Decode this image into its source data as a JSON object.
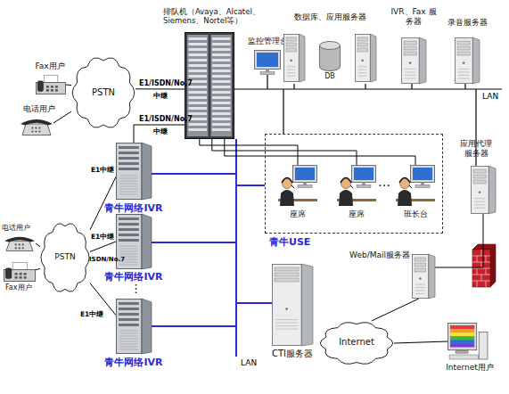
{
  "diagram": {
    "nodes": [
      {
        "text": [
          "Fax用户"
        ]
      },
      {
        "text": [
          "电话用户"
        ]
      },
      {
        "text": [
          "PSTN"
        ]
      },
      {
        "text": [
          "排队机（Avaya、Alcatel、Siemens、Nortel等）"
        ]
      },
      {
        "text": [
          "监控管理台"
        ]
      },
      {
        "text": [
          "数据库、应用服务器"
        ]
      },
      {
        "text": [
          "DB"
        ],
        "in": 5
      },
      {
        "text": [
          "IVR、Fax 服务器"
        ]
      },
      {
        "text": [
          "录音服务器"
        ]
      },
      {
        "text": [
          "青牛USE"
        ]
      },
      {
        "text": [
          "座席"
        ],
        "in": 9
      },
      {
        "text": [
          "座席"
        ],
        "in": 9
      },
      {
        "text": [
          "班长台"
        ],
        "in": 9
      },
      {
        "text": [
          "应用代理服务器"
        ]
      },
      {
        "text": [
          "电话用户"
        ]
      },
      {
        "text": [
          "Fax用户"
        ]
      },
      {
        "text": [
          "PSTN"
        ]
      },
      {
        "text": [
          "青牛网络IVR"
        ]
      },
      {
        "text": [
          "青牛网络IVR"
        ]
      },
      {
        "text": [
          "青牛网络IVR"
        ]
      },
      {
        "text": [
          "CTI服务器"
        ]
      },
      {
        "text": [
          "Web/Mail服务器"
        ]
      },
      {
        "text": [
          "Internet"
        ]
      },
      {
        "text": [
          "Internet用户"
        ]
      }
    ],
    "edges": [
      {
        "from": 0,
        "to": 2,
        "arrow": "none"
      },
      {
        "from": 1,
        "to": 2,
        "arrow": "none"
      },
      {
        "from": 2,
        "to": 3,
        "label": "E1/ISDN/No.7",
        "arrow": "none"
      },
      {
        "from": 17,
        "to": 3,
        "label": "E1/ISDN/No.7",
        "arrow": "none"
      },
      {
        "from": 14,
        "to": 16,
        "arrow": "none"
      },
      {
        "from": 15,
        "to": 16,
        "arrow": "none"
      },
      {
        "from": 16,
        "to": 17,
        "label": "E1中继",
        "arrow": "none"
      },
      {
        "from": 16,
        "to": 18,
        "label": "E1中继",
        "arrow": "none"
      },
      {
        "from": 16,
        "to": 19,
        "label": "E1中继",
        "arrow": "none"
      },
      {
        "from": 3,
        "to": 10,
        "arrow": "none"
      },
      {
        "from": 3,
        "to": 11,
        "arrow": "none"
      },
      {
        "from": 3,
        "to": 12,
        "arrow": "none"
      },
      {
        "from": 13,
        "to": 21,
        "arrow": "none"
      },
      {
        "from": 21,
        "to": 22,
        "arrow": "none"
      },
      {
        "from": 22,
        "to": 23,
        "arrow": "none"
      }
    ],
    "labels": [
      "中继",
      "中继",
      "ISDN/No.7",
      "…",
      "⋮",
      "LAN",
      "LAN"
    ]
  }
}
